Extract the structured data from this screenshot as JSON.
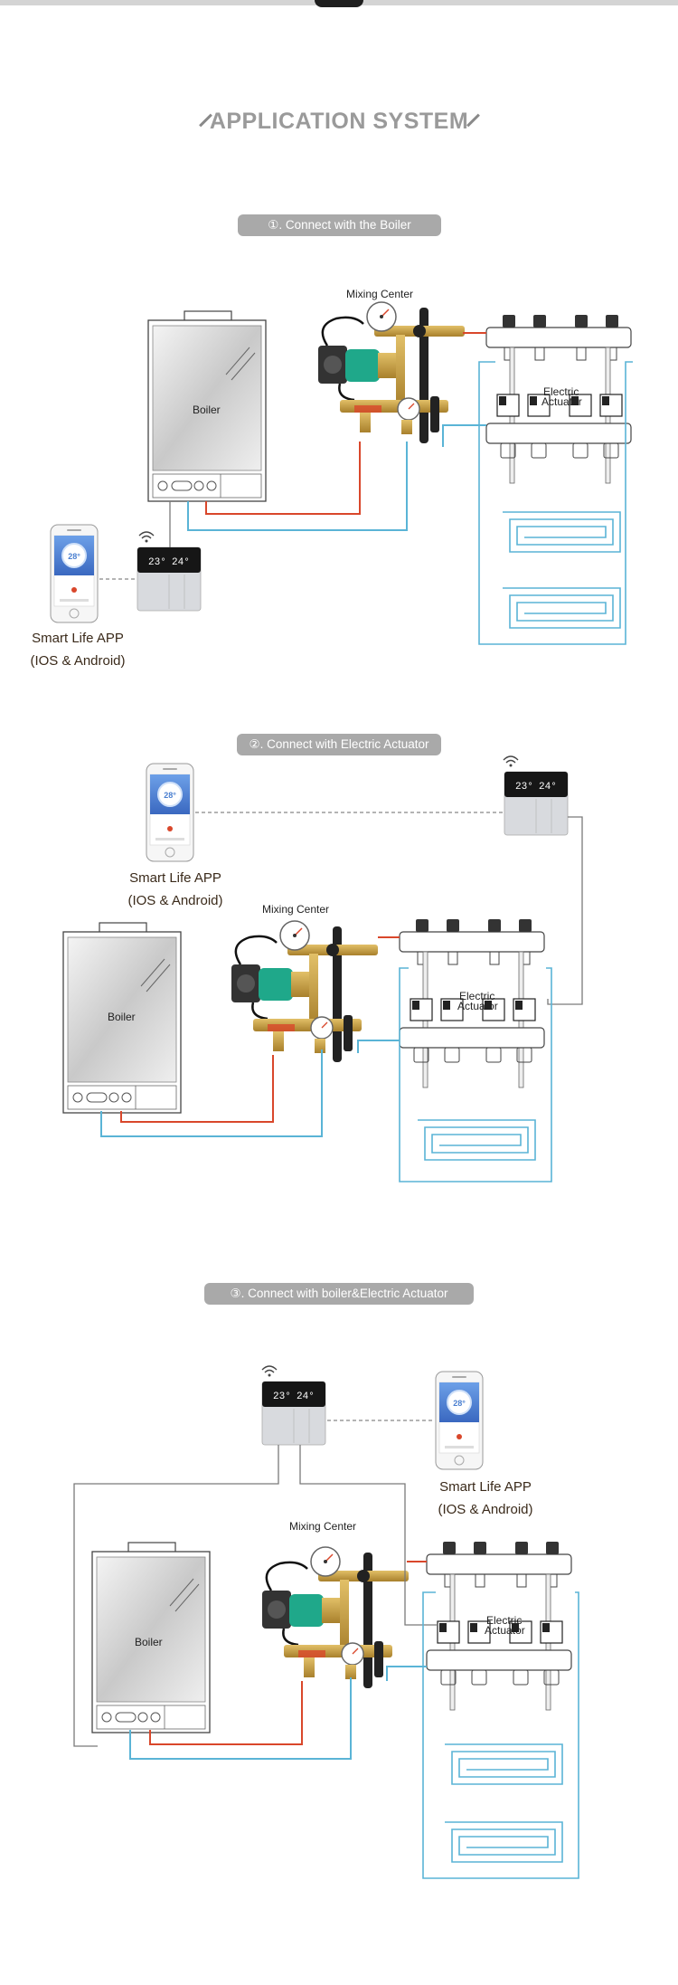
{
  "page": {
    "title": "APPLICATION SYSTEM"
  },
  "sections": [
    {
      "pill": "①. Connect with the Boiler",
      "mixing_label": "Mixing Center",
      "boiler_label": "Boiler",
      "actuator_label_1": "Electric",
      "actuator_label_2": "Actuator",
      "app_line1": "Smart Life APP",
      "app_line2": "(IOS & Android)",
      "thermostat_temp1": "23",
      "thermostat_temp2": "24",
      "phone_temp": "28"
    },
    {
      "pill": "②. Connect with Electric Actuator",
      "mixing_label": "Mixing Center",
      "boiler_label": "Boiler",
      "actuator_label_1": "Electric",
      "actuator_label_2": "Actuator",
      "app_line1": "Smart Life APP",
      "app_line2": "(IOS & Android)",
      "thermostat_temp1": "23",
      "thermostat_temp2": "24",
      "phone_temp": "28"
    },
    {
      "pill": "③. Connect with boiler&Electric Actuator",
      "mixing_label": "Mixing Center",
      "boiler_label": "Boiler",
      "actuator_label_1": "Electric",
      "actuator_label_2": "Actuator",
      "app_line1": "Smart Life APP",
      "app_line2": "(IOS & Android)",
      "thermostat_temp1": "23",
      "thermostat_temp2": "24",
      "phone_temp": "28"
    }
  ],
  "colors": {
    "pill_bg": "#a9a9a9",
    "pipe_red": "#d9472b",
    "pipe_blue": "#5ab4d6",
    "cable_gray": "#7a7a7a",
    "pump_green": "#1fa88a",
    "brass": "#c8a03c",
    "phone_blue": "#4a7fd0"
  }
}
